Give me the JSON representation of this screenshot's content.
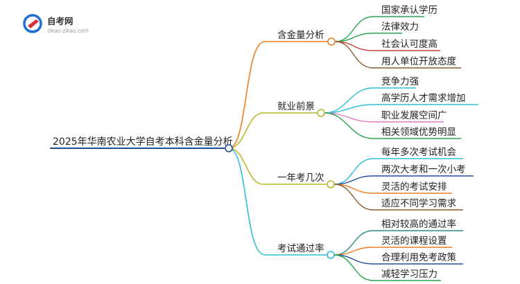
{
  "logo": {
    "name": "自考网",
    "url": "zikao-zikao.com"
  },
  "root": {
    "label": "2025年华南农业大学自考本科含金量分析"
  },
  "branches": [
    {
      "label": "含金量分析",
      "color": "#f07a1e",
      "children": [
        {
          "label": "国家承认学历",
          "color": "#2aa24a"
        },
        {
          "label": "法律效力",
          "color": "#2aa24a"
        },
        {
          "label": "社会认可度高",
          "color": "#cf3f3f"
        },
        {
          "label": "用人单位开放态度",
          "color": "#8b5a2b"
        }
      ]
    },
    {
      "label": "就业前景",
      "color": "#b9b829",
      "children": [
        {
          "label": "竞争力强",
          "color": "#2bbfd6"
        },
        {
          "label": "高学历人才需求增加",
          "color": "#2bbfd6"
        },
        {
          "label": "职业发展空间广",
          "color": "#e07bc4"
        },
        {
          "label": "相关领域优势明显",
          "color": "#2aa24a"
        }
      ]
    },
    {
      "label": "一年考几次",
      "color": "#b9b829",
      "children": [
        {
          "label": "每年多次考试机会",
          "color": "#2bbfd6"
        },
        {
          "label": "两次大考和一次小考",
          "color": "#1f4e9e"
        },
        {
          "label": "灵活的考试安排",
          "color": "#f07a1e"
        },
        {
          "label": "适应不同学习需求",
          "color": "#8b5a2b"
        }
      ]
    },
    {
      "label": "考试通过率",
      "color": "#2bbfd6",
      "children": [
        {
          "label": "相对较高的通过率",
          "color": "#2a8a8a"
        },
        {
          "label": "灵活的课程设置",
          "color": "#f07a1e"
        },
        {
          "label": "合理利用免考政策",
          "color": "#1f4e9e"
        },
        {
          "label": "减轻学习压力",
          "color": "#2aa24a"
        }
      ]
    }
  ],
  "colors": {
    "root_line": "#1f4e9e",
    "logo_blue": "#1f6fd1",
    "logo_red": "#d9333f"
  }
}
